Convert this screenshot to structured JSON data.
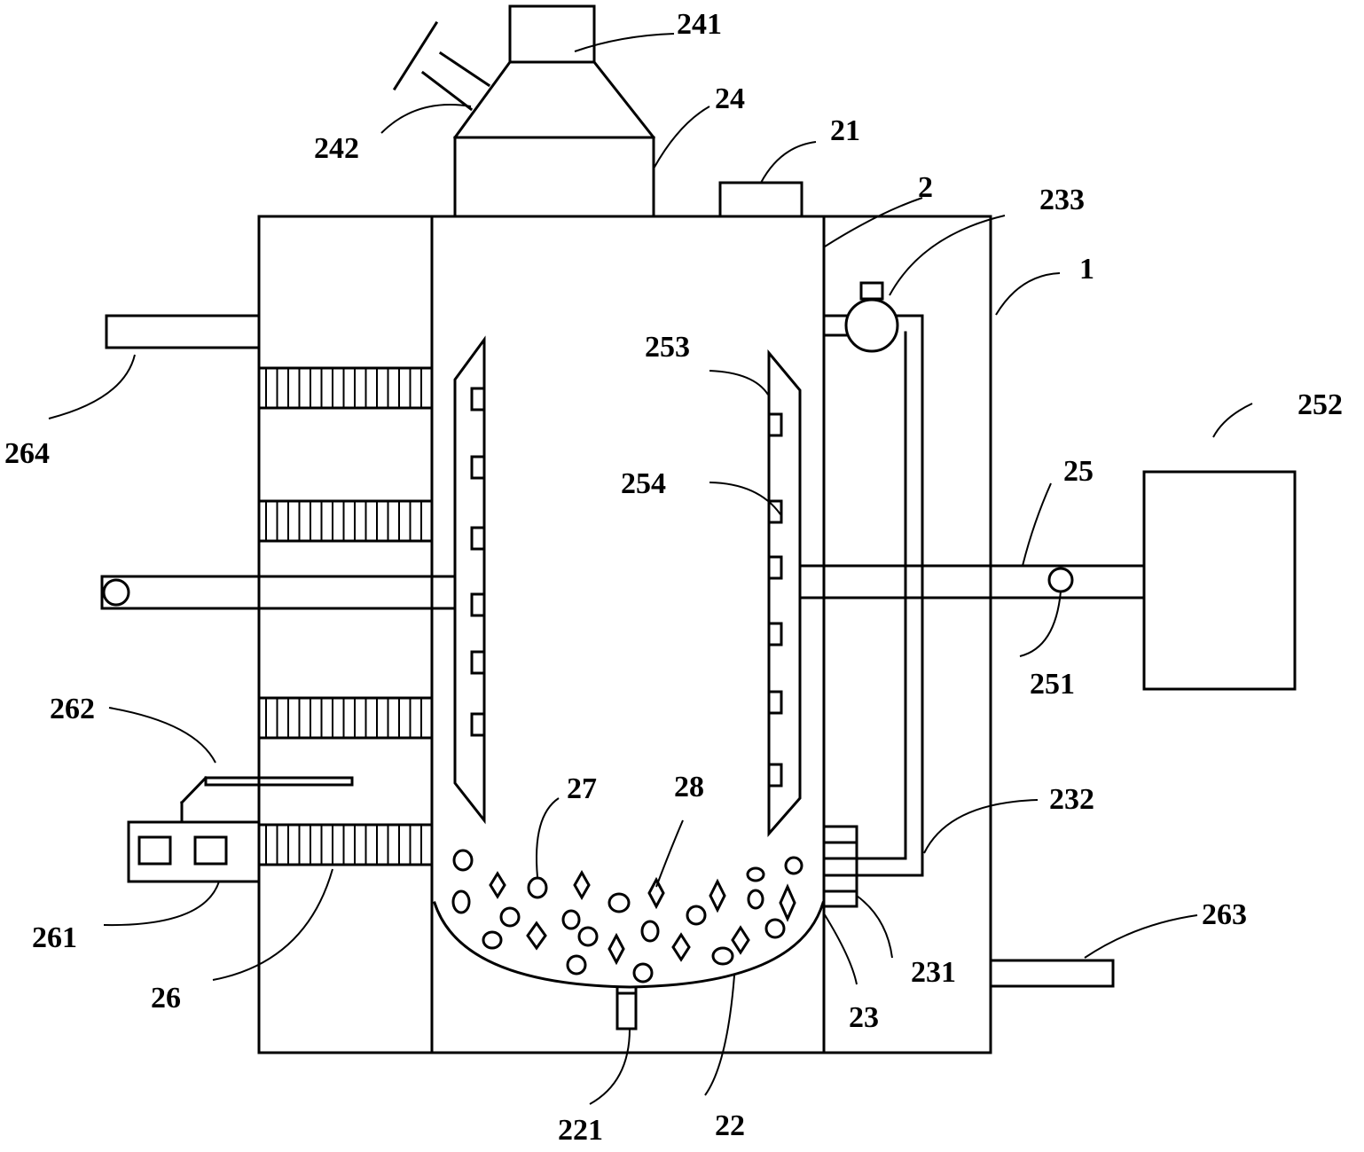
{
  "labels": {
    "l241": "241",
    "l24": "24",
    "l242": "242",
    "l21": "21",
    "l2": "2",
    "l233": "233",
    "l1": "1",
    "l264": "264",
    "l253": "253",
    "l252": "252",
    "l254": "254",
    "l25": "25",
    "l251": "251",
    "l262": "262",
    "l27": "27",
    "l28": "28",
    "l232": "232",
    "l263": "263",
    "l261": "261",
    "l231": "231",
    "l26": "26",
    "l23": "23",
    "l221": "221",
    "l22": "22"
  }
}
